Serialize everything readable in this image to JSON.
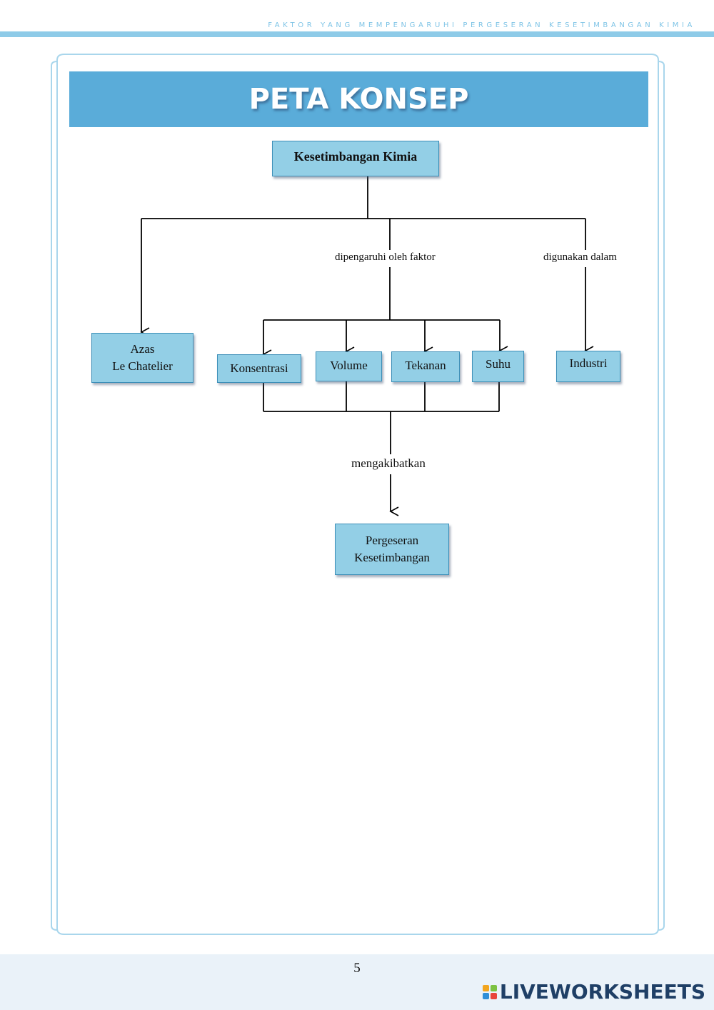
{
  "header": {
    "running_title": "FAKTOR YANG MEMPENGARUHI PERGESERAN KESETIMBANGAN KIMIA"
  },
  "title": "PETA KONSEP",
  "nodes": {
    "root": "Kesetimbangan Kimia",
    "azas": [
      "Azas",
      "Le Chatelier"
    ],
    "konsentrasi": "Konsentrasi",
    "volume": "Volume",
    "tekanan": "Tekanan",
    "suhu": "Suhu",
    "industri": "Industri",
    "pergeseran": [
      "Pergeseran",
      "Kesetimbangan"
    ]
  },
  "edge_labels": {
    "factors": "dipengaruhi oleh faktor",
    "used_in": "digunakan dalam",
    "result": "mengakibatkan"
  },
  "footer": {
    "page_number": "5",
    "brand": "LIVEWORKSHEETS",
    "logo_letters": [
      "L",
      "I",
      "V",
      "E"
    ]
  },
  "colors": {
    "banner": "#5aacd9",
    "box_fill": "#93cfe6",
    "frame": "#a9d6ec"
  }
}
